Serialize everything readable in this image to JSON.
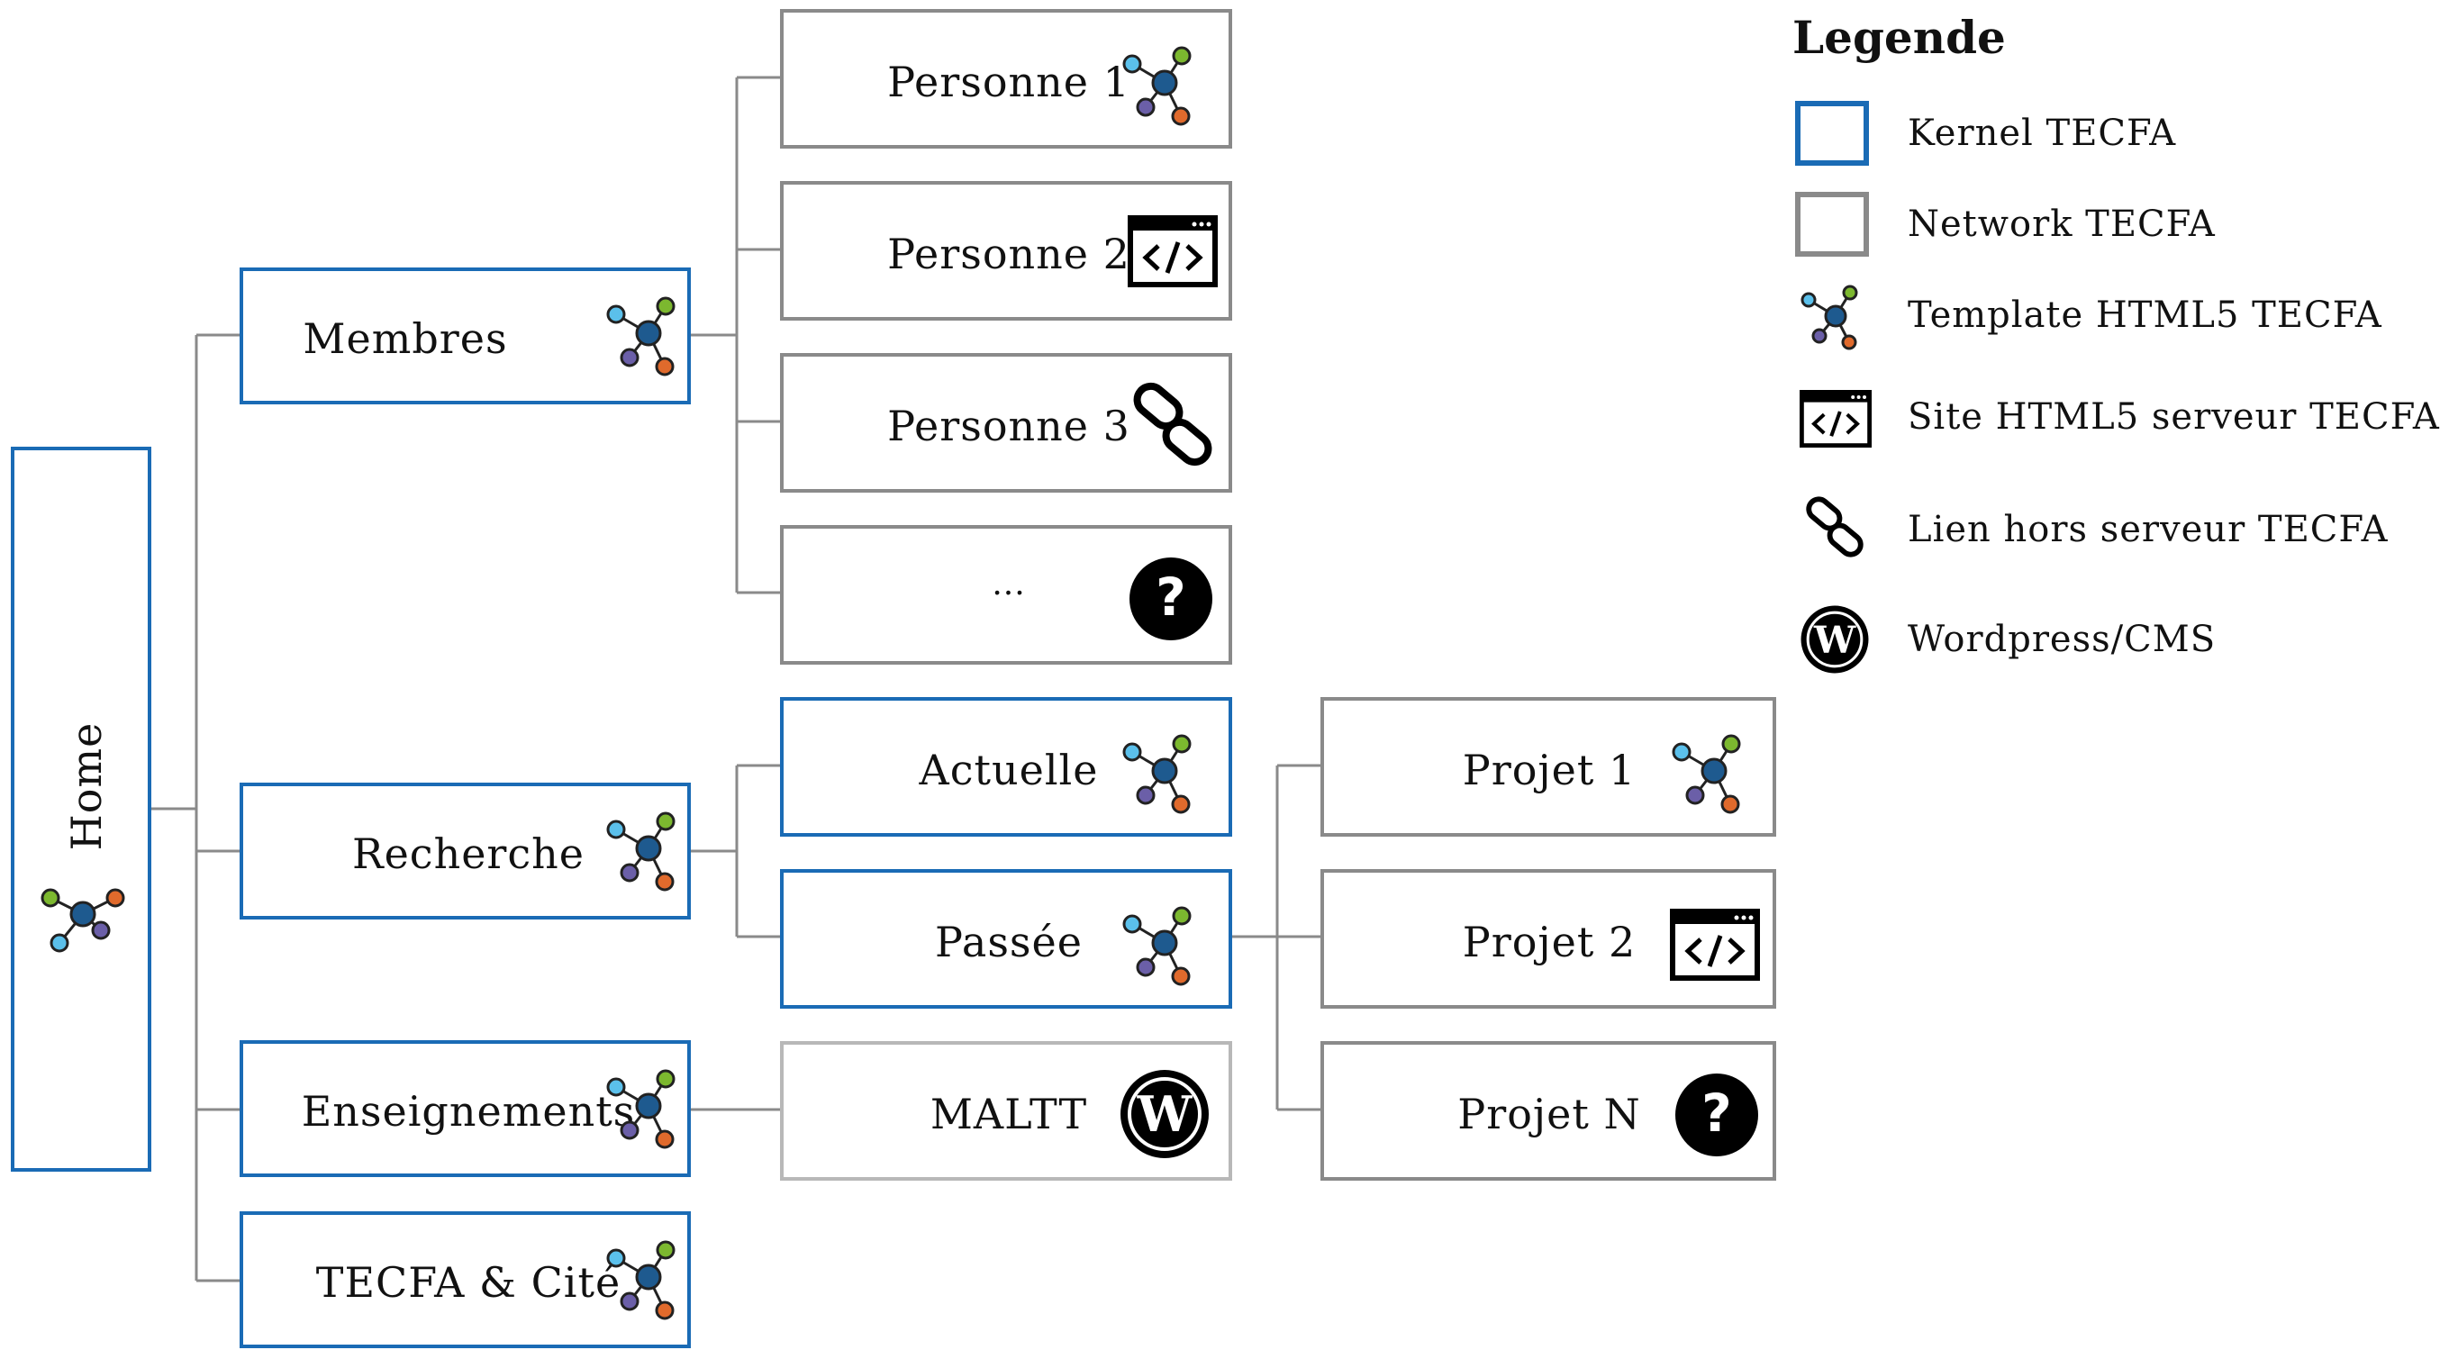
{
  "nodes": {
    "home": {
      "label": "Home",
      "icon": "template-icon",
      "type": "kernel"
    },
    "membres": {
      "label": "Membres",
      "icon": "template-icon",
      "type": "kernel"
    },
    "recherche": {
      "label": "Recherche",
      "icon": "template-icon",
      "type": "kernel"
    },
    "enseignements": {
      "label": "Enseignements",
      "icon": "template-icon",
      "type": "kernel"
    },
    "tecfa_cite": {
      "label": "TECFA & Cité",
      "icon": "template-icon",
      "type": "kernel"
    },
    "personne1": {
      "label": "Personne 1",
      "icon": "template-icon",
      "type": "network"
    },
    "personne2": {
      "label": "Personne 2",
      "icon": "code-window-icon",
      "type": "network"
    },
    "personne3": {
      "label": "Personne 3",
      "icon": "chain-link-icon",
      "type": "network"
    },
    "personne_more": {
      "label": "...",
      "icon": "question-icon",
      "type": "network"
    },
    "actuelle": {
      "label": "Actuelle",
      "icon": "template-icon",
      "type": "kernel"
    },
    "passee": {
      "label": "Passée",
      "icon": "template-icon",
      "type": "kernel"
    },
    "maltt": {
      "label": "MALTT",
      "icon": "wordpress-icon",
      "type": "network"
    },
    "projet1": {
      "label": "Projet 1",
      "icon": "template-icon",
      "type": "network"
    },
    "projet2": {
      "label": "Projet 2",
      "icon": "code-window-icon",
      "type": "network"
    },
    "projetN": {
      "label": "Projet N",
      "icon": "question-icon",
      "type": "network"
    }
  },
  "legend": {
    "title": "Legende",
    "items": [
      {
        "label": "Kernel TECFA",
        "icon": "kernel-box-swatch"
      },
      {
        "label": "Network TECFA",
        "icon": "network-box-swatch"
      },
      {
        "label": "Template HTML5 TECFA",
        "icon": "template-icon"
      },
      {
        "label": "Site HTML5 serveur TECFA",
        "icon": "code-window-icon"
      },
      {
        "label": "Lien hors serveur TECFA",
        "icon": "chain-link-icon"
      },
      {
        "label": "Wordpress/CMS",
        "icon": "wordpress-icon"
      }
    ]
  },
  "colors": {
    "kernel_border": "#1a6bb5",
    "network_border": "#8a8a8a",
    "connector": "#8a8a8a",
    "hub": "#1e5a8f",
    "node_light_blue": "#5bc0eb",
    "node_green": "#7cb82f",
    "node_purple": "#6b5fa8",
    "node_orange": "#e06a2c"
  }
}
